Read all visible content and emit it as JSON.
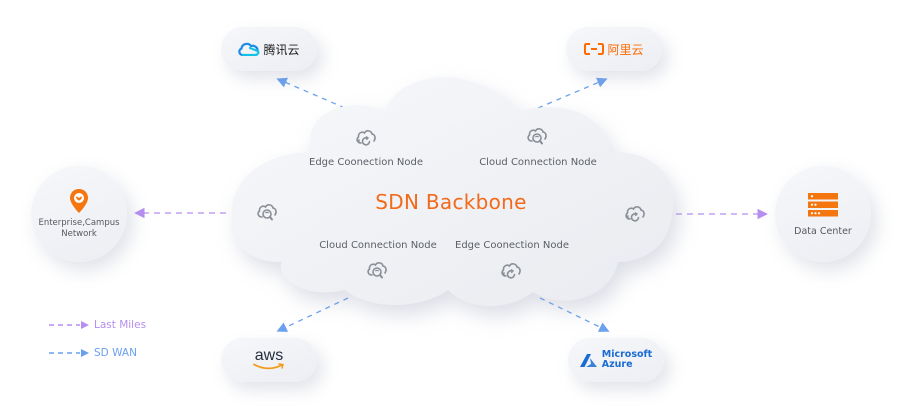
{
  "diagram": {
    "title": "SDN Backbone",
    "colors": {
      "title": "#f26a1b",
      "last_miles": "#b58ef0",
      "sd_wan": "#6aa0ef",
      "icon_orange": "#f5750f",
      "tencent_blue": "#1c8be6",
      "tencent_cyan": "#15c2e5",
      "aliyun_orange": "#ff6a00",
      "azure_blue": "#1a6cd4",
      "aws_dark": "#232f3e",
      "aws_orange": "#f29b1b"
    },
    "cloud_nodes": [
      {
        "label": "Edge Coonection Node",
        "icon": "cloud-refresh-icon"
      },
      {
        "label": "Cloud Connection Node",
        "icon": "cloud-search-icon"
      },
      {
        "label": "Cloud Connection Node",
        "icon": "cloud-search-icon"
      },
      {
        "label": "Edge Coonection Node",
        "icon": "cloud-refresh-icon"
      }
    ],
    "side_icons": [
      {
        "icon": "cloud-search-icon"
      },
      {
        "icon": "cloud-refresh-icon"
      }
    ],
    "providers": {
      "tencent": {
        "label": "腾讯云",
        "icon": "tencent-cloud-logo-icon"
      },
      "aliyun": {
        "label": "阿里云",
        "icon": "aliyun-logo-icon"
      },
      "aws": {
        "label": "aws",
        "icon": "aws-smile-icon"
      },
      "azure": {
        "label_line1": "Microsoft",
        "label_line2": "Azure",
        "icon": "azure-logo-icon"
      }
    },
    "endpoints": {
      "enterprise": {
        "label_line1": "Enterprise,Campus",
        "label_line2": "Network",
        "icon": "location-pin-icon"
      },
      "datacenter": {
        "label": "Data Center",
        "icon": "server-stack-icon"
      }
    },
    "connections": [
      {
        "from": "SDN Backbone",
        "to": "腾讯云",
        "type": "SD WAN"
      },
      {
        "from": "SDN Backbone",
        "to": "阿里云",
        "type": "SD WAN"
      },
      {
        "from": "SDN Backbone",
        "to": "aws",
        "type": "SD WAN"
      },
      {
        "from": "SDN Backbone",
        "to": "Microsoft Azure",
        "type": "SD WAN"
      },
      {
        "from": "SDN Backbone",
        "to": "Enterprise,Campus Network",
        "type": "Last Miles"
      },
      {
        "from": "SDN Backbone",
        "to": "Data Center",
        "type": "Last Miles"
      }
    ],
    "legend": [
      {
        "label": "Last Miles",
        "color": "#b58ef0"
      },
      {
        "label": "SD WAN",
        "color": "#6aa0ef"
      }
    ]
  }
}
